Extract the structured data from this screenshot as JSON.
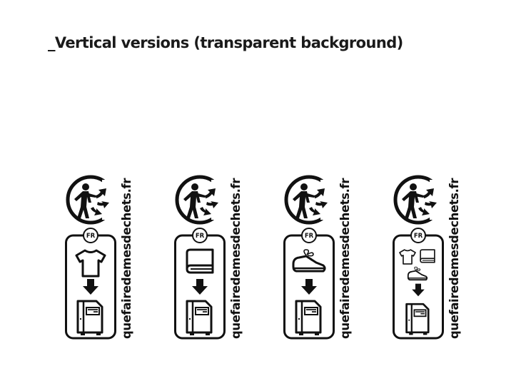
{
  "title": "_Vertical versions (transparent background)",
  "colors": {
    "ink": "#111111",
    "background": "#ffffff"
  },
  "logos": [
    {
      "country_badge": "FR",
      "website": "quefairedemesdechets.fr",
      "top_icon": "triman-person-recycling-icon",
      "items": [
        "tshirt-icon"
      ],
      "arrow_icon": "down-arrow-icon",
      "container_icon": "collection-bin-icon"
    },
    {
      "country_badge": "FR",
      "website": "quefairedemesdechets.fr",
      "top_icon": "triman-person-recycling-icon",
      "items": [
        "household-linen-icon"
      ],
      "arrow_icon": "down-arrow-icon",
      "container_icon": "collection-bin-icon"
    },
    {
      "country_badge": "FR",
      "website": "quefairedemesdechets.fr",
      "top_icon": "triman-person-recycling-icon",
      "items": [
        "shoe-icon"
      ],
      "arrow_icon": "down-arrow-icon",
      "container_icon": "collection-bin-icon"
    },
    {
      "country_badge": "FR",
      "website": "quefairedemesdechets.fr",
      "top_icon": "triman-person-recycling-icon",
      "items": [
        "tshirt-icon",
        "household-linen-icon",
        "shoe-icon"
      ],
      "arrow_icon": "down-arrow-icon",
      "container_icon": "collection-bin-icon"
    }
  ]
}
